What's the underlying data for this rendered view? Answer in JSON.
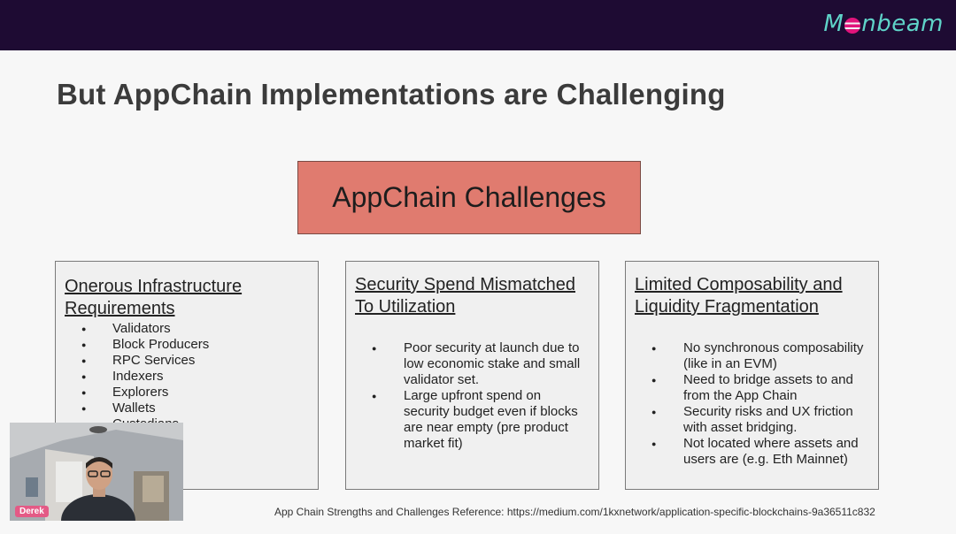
{
  "brand": {
    "logo_text_before": "M",
    "logo_text_after": "nbeam"
  },
  "slide": {
    "title": "But AppChain Implementations are Challenging",
    "header_box": "AppChain Challenges",
    "cards": [
      {
        "title_line1": "Onerous Infrastructure",
        "title_line2": "Requirements",
        "items": [
          "Validators",
          "Block Producers",
          "RPC Services",
          "Indexers",
          "Explorers",
          "Wallets",
          "Custodians"
        ]
      },
      {
        "title_line1": "Security Spend Mismatched",
        "title_line2": "To Utilization",
        "items": [
          "Poor security at launch due to low economic stake and small validator set.",
          "Large upfront spend on security budget even if blocks are near empty (pre product market fit)"
        ]
      },
      {
        "title_line1": "Limited Composability and",
        "title_line2": "Liquidity Fragmentation",
        "items": [
          "No synchronous composability (like in an EVM)",
          "Need to bridge assets to and from the App Chain",
          "Security risks and UX friction with asset bridging.",
          "Not located where assets and users are (e.g. Eth Mainnet)"
        ]
      }
    ],
    "reference": "App Chain Strengths and Challenges Reference: https://medium.com/1kxnetwork/application-specific-blockchains-9a36511c832"
  },
  "video": {
    "participant_name": "Derek"
  },
  "colors": {
    "topbar": "#1e0b33",
    "logo": "#5fd3c8",
    "header_box": "#e07b6f",
    "nametag": "#e45a86"
  }
}
